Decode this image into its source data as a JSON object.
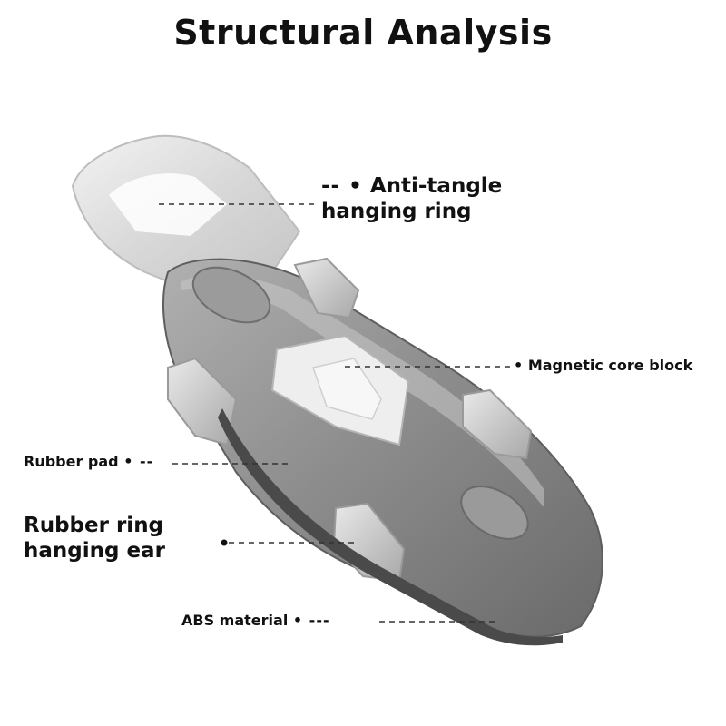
{
  "title": "Structural Analysis",
  "labels": {
    "anti_tangle": {
      "lead": "-- •",
      "line1": "Anti-tangle",
      "line2": "hanging ring"
    },
    "magnetic_core": {
      "lead": "•",
      "text": "Magnetic core block"
    },
    "rubber_pad": {
      "text": "Rubber pad",
      "trail": "• --"
    },
    "rubber_ring": {
      "line1": "Rubber ring",
      "line2": "hanging ear"
    },
    "abs_material": {
      "text": "ABS material",
      "trail": "• ---"
    }
  },
  "colors": {
    "text": "#111111",
    "leader": "#333333",
    "clip_body": "#8a8a8a",
    "clip_ring": "#e4e4e4"
  }
}
